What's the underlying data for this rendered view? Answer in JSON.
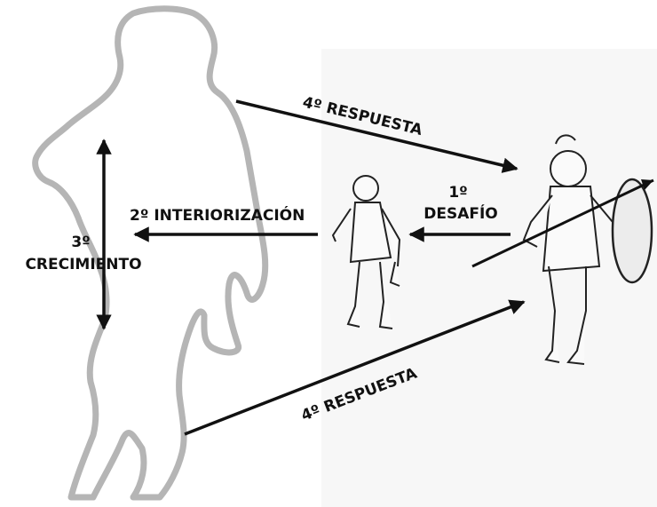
{
  "labels": {
    "challenge": "1º\nDESAFÍO",
    "internalization": "2º INTERIORIZACIÓN",
    "growth": "3º\nCRECIMIENTO",
    "response_top": "4º RESPUESTA",
    "response_bottom": "4º RESPUESTA"
  },
  "colors": {
    "outline": "#b5b5b5",
    "arrow": "#111111",
    "text": "#111111"
  },
  "icons": {
    "silhouette": "growing-person-outline",
    "small_figure": "young-david-figure",
    "large_figure": "armored-goliath-figure"
  }
}
